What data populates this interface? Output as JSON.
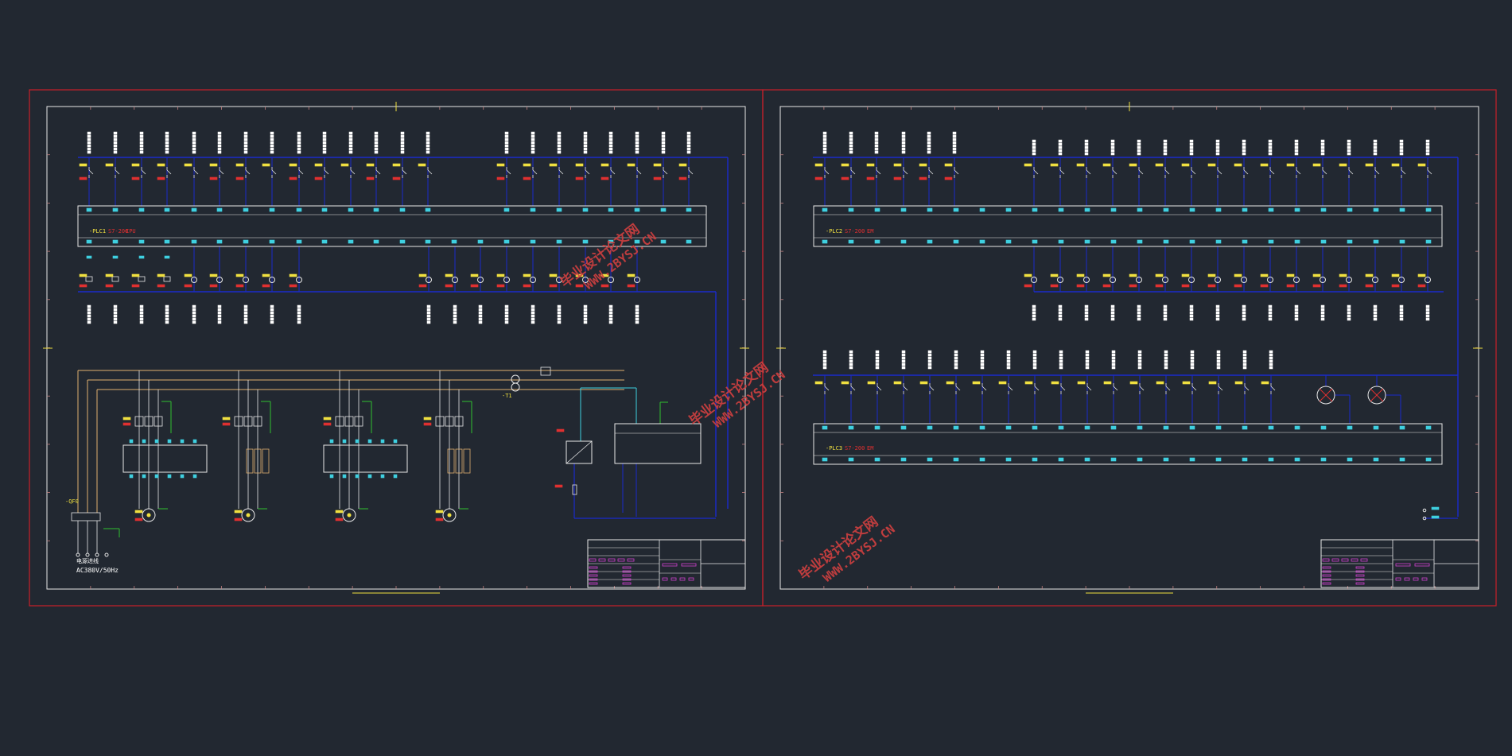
{
  "sheet_left": {
    "plc_label": "-PLC1",
    "plc_model": "S7-200",
    "plc_suffix": "CPU",
    "supply_label": "电源进线",
    "supply_spec": "AC380V/50Hz",
    "transformer_label": "-T1",
    "qf_label": "-QF0"
  },
  "sheet_right": {
    "plc_label_top": "-PLC2",
    "plc_model_top": "S7-200",
    "plc_suffix_top": "EM",
    "plc_label_bottom": "-PLC3",
    "plc_model_bottom": "S7-200",
    "plc_suffix_bottom": "EM"
  },
  "watermarks": [
    {
      "line1": "毕业设计论文网",
      "line2": "WWW.2BYSJ.CN"
    },
    {
      "line1": "毕业设计论文网",
      "line2": "WWW.2BYSJ.CN"
    },
    {
      "line1": "毕业设计论文网",
      "line2": "WWW.2BYSJ.CN"
    }
  ],
  "colors": {
    "background": "#222831",
    "sheet_border": "#c8202a",
    "frame": "#e8e8e8",
    "bus": "#1a2acc",
    "terminal": "#3fd0e0",
    "label_yellow": "#f0e040",
    "label_red": "#e03030",
    "power_wire": "#e0b070",
    "ground_wire": "#30c030",
    "title_magenta": "#d040d0"
  }
}
